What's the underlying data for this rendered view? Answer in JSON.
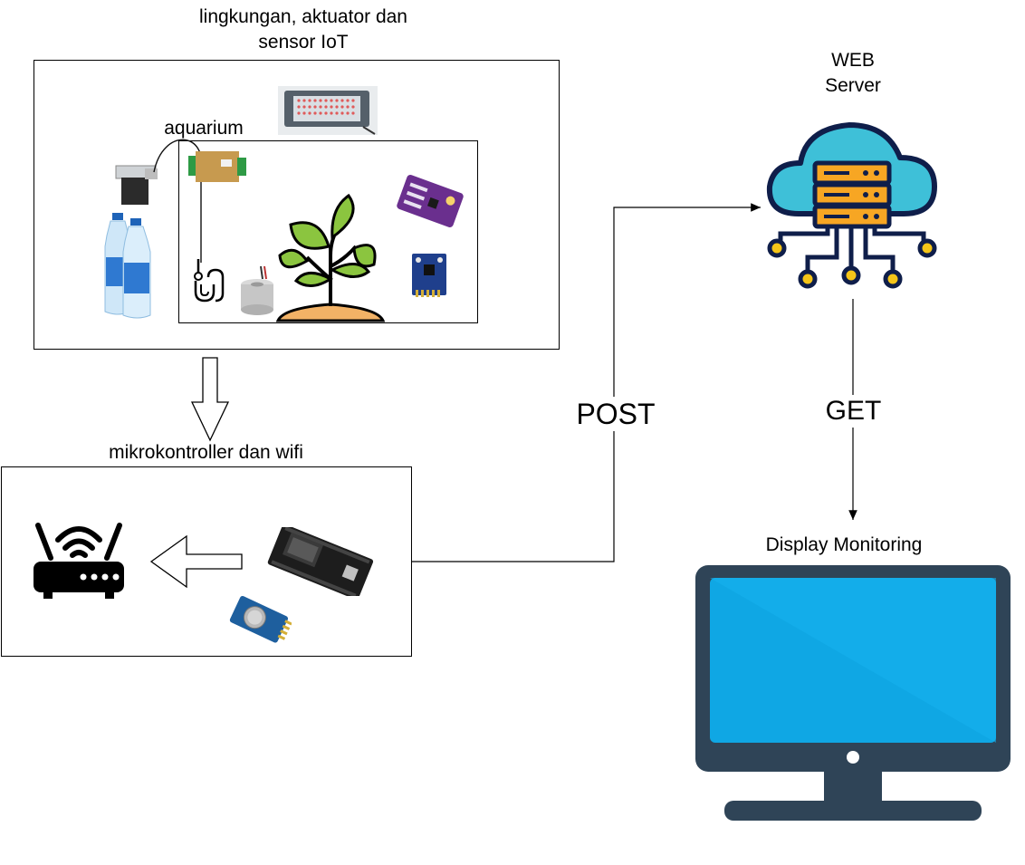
{
  "environment_box": {
    "title": "lingkungan, aktuator dan sensor IoT"
  },
  "aquarium_box": {
    "title": "aquarium"
  },
  "micro_box": {
    "title": "mikrokontroller dan wifi"
  },
  "web_server": {
    "title": "WEB Server"
  },
  "display": {
    "title": "Display Monitoring"
  },
  "connections": {
    "post_label": "POST",
    "get_label": "GET"
  },
  "colors": {
    "cloud_fill": "#3ec0d8",
    "server_fill": "#f7a623",
    "node_fill": "#f5c518",
    "outline_navy": "#0f1e4a",
    "monitor_frame": "#2f4457",
    "monitor_screen": "#0fa7e4"
  },
  "icons": [
    "valve-icon",
    "water-bottle-icon",
    "led-panel-icon",
    "gas-sensor-icon",
    "probe-icon",
    "humidifier-icon",
    "plant-icon",
    "light-sensor-icon",
    "accelerometer-icon",
    "router-icon",
    "esp32-board-icon",
    "rtc-module-icon",
    "cloud-server-icon",
    "monitor-icon"
  ]
}
